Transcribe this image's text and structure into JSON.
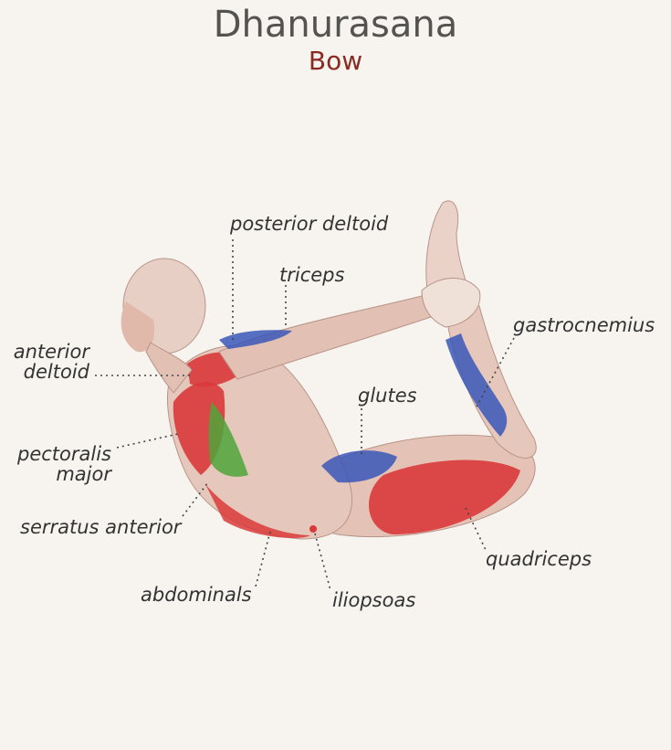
{
  "title": "Dhanurasana",
  "subtitle": "Bow",
  "labels": {
    "posterior_deltoid": "posterior deltoid",
    "triceps": "triceps",
    "anterior": "anterior",
    "deltoid": "deltoid",
    "gastrocnemius": "gastrocnemius",
    "glutes": "glutes",
    "pectoralis": "pectoralis",
    "major": "major",
    "serratus_anterior": "serratus anterior",
    "quadriceps": "quadriceps",
    "abdominals": "abdominals",
    "iliopsoas": "iliopsoas"
  },
  "colors": {
    "background": "#f7f4ef",
    "title": "#555350",
    "subtitle": "#8a2a22",
    "skin": "#e6c7bb",
    "muscle_red": "#d9393a",
    "muscle_blue": "#3a57b8",
    "muscle_green": "#4fa53b"
  }
}
